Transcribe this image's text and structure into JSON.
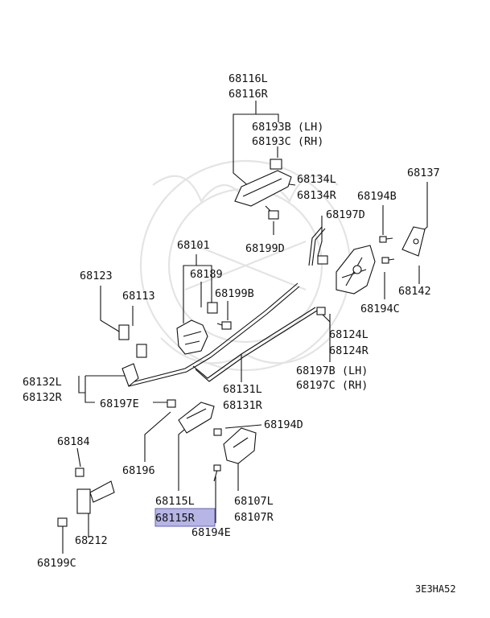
{
  "diagram_code": "3E3HA52",
  "highlight_color": "#b7b5e6",
  "highlighted_part": "68115R",
  "labels": {
    "p68116L": "68116L",
    "p68116R": "68116R",
    "p68193B": "68193B (LH)",
    "p68193C": "68193C (RH)",
    "p68134L": "68134L",
    "p68134R": "68134R",
    "p68137": "68137",
    "p68194B": "68194B",
    "p68197D": "68197D",
    "p68199D": "68199D",
    "p68101": "68101",
    "p68189": "68189",
    "p68123": "68123",
    "p68113": "68113",
    "p68199B": "68199B",
    "p68142": "68142",
    "p68194C": "68194C",
    "p68124L": "68124L",
    "p68124R": "68124R",
    "p68197B": "68197B (LH)",
    "p68197C": "68197C (RH)",
    "p68132L": "68132L",
    "p68132R": "68132R",
    "p68197E": "68197E",
    "p68131L": "68131L",
    "p68131R": "68131R",
    "p68194D": "68194D",
    "p68184": "68184",
    "p68196": "68196",
    "p68115L": "68115L",
    "p68115R": "68115R",
    "p68107L": "68107L",
    "p68107R": "68107R",
    "p68194E": "68194E",
    "p68212": "68212",
    "p68199C": "68199C"
  }
}
